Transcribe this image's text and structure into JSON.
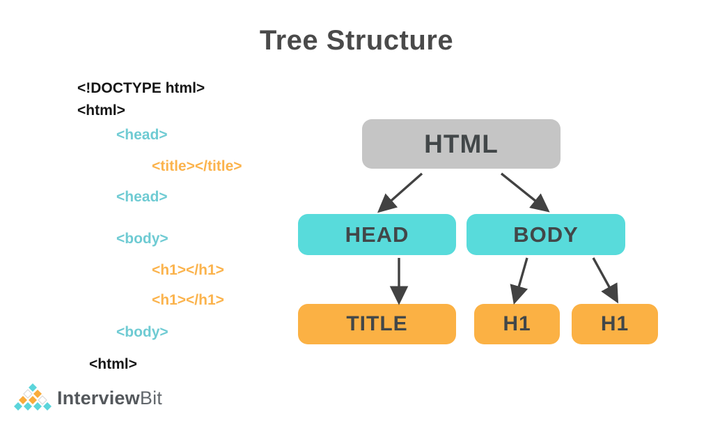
{
  "title": "Tree Structure",
  "code": {
    "lines": [
      {
        "text": "<!DOCTYPE html>",
        "color": "#161616"
      },
      {
        "text": "<html>",
        "color": "#161616"
      },
      {
        "text": "<head>",
        "color": "#6fcbd3"
      },
      {
        "text": "<title></title>",
        "color": "#fbb34c"
      },
      {
        "text": "<head>",
        "color": "#6fcbd3"
      },
      {
        "text": "<body>",
        "color": "#6fcbd3"
      },
      {
        "text": "<h1></h1>",
        "color": "#fbb34c"
      },
      {
        "text": "<h1></h1>",
        "color": "#fbb34c"
      },
      {
        "text": "<body>",
        "color": "#6fcbd3"
      },
      {
        "text": "<html>",
        "color": "#161616"
      }
    ]
  },
  "tree": {
    "nodes": {
      "html": {
        "label": "HTML",
        "fill": "#c5c5c5"
      },
      "head": {
        "label": "HEAD",
        "fill": "#58dbdb"
      },
      "body": {
        "label": "BODY",
        "fill": "#58dbdb"
      },
      "title": {
        "label": "TITLE",
        "fill": "#fbb144"
      },
      "h1_left": {
        "label": "H1",
        "fill": "#fbb144"
      },
      "h1_right": {
        "label": "H1",
        "fill": "#fbb144"
      }
    },
    "edges": [
      {
        "from": "html",
        "to": "head"
      },
      {
        "from": "html",
        "to": "body"
      },
      {
        "from": "head",
        "to": "title"
      },
      {
        "from": "body",
        "to": "h1_left"
      },
      {
        "from": "body",
        "to": "h1_right"
      }
    ],
    "arrow_color": "#424242"
  },
  "logo": {
    "brand_bold": "Interview",
    "brand_light": "Bit",
    "mark_colors": {
      "teal": "#5bd5db",
      "orange": "#f9ac3b",
      "white": "#ffffff"
    }
  }
}
